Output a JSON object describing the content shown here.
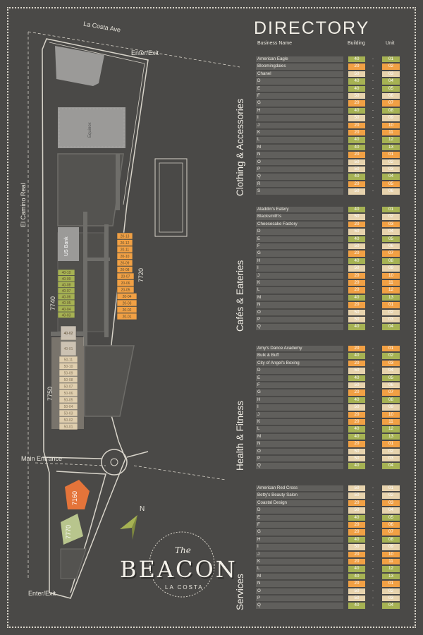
{
  "colors": {
    "g40": "#a6b253",
    "o20": "#f1a044",
    "t50": "#e7d3ad"
  },
  "map": {
    "road_top": "La Costa Ave",
    "enter_exit_top": "Enter/Exit",
    "road_side": "El Camino Real",
    "main_entrance": "Main Entrance",
    "enter_exit_bottom": "Enter/Exit",
    "equinox": "Equinox",
    "us_bank": "US Bank",
    "b7720": "7720",
    "b7740": "7740",
    "b7750": "7750",
    "b7160": "7160",
    "b7770": "7770",
    "north": "N",
    "units20": [
      "20-13",
      "20-12",
      "20-11",
      "20-10",
      "20-09",
      "20-08",
      "20-07",
      "20-06",
      "20-05",
      "20-04",
      "20-03",
      "20-02",
      "20-01"
    ],
    "units40": [
      "40-10",
      "40-09",
      "40-08",
      "40-07",
      "40-06",
      "40-05",
      "40-04",
      "40-03"
    ],
    "units40b": [
      "40-02",
      "40-01"
    ],
    "units50": [
      "50-11",
      "50-10",
      "50-09",
      "50-08",
      "50-07",
      "50-06",
      "50-05",
      "50-04",
      "50-03",
      "50-02",
      "50-01"
    ]
  },
  "logo": {
    "the": "The",
    "name": "BEACON",
    "sub": "LA COSTA"
  },
  "directory": {
    "title": "DIRECTORY",
    "col_name": "Business Name",
    "col_building": "Building",
    "col_unit": "Unit",
    "dash": "-",
    "sections": [
      {
        "label": "Clothing & Accessories",
        "rows": [
          [
            "American Eagle",
            "40",
            "01"
          ],
          [
            "Bloomingdales",
            "20",
            "02"
          ],
          [
            "Chanel",
            "50",
            "03"
          ],
          [
            "D",
            "40",
            "04"
          ],
          [
            "E",
            "40",
            "05"
          ],
          [
            "F",
            "50",
            "06"
          ],
          [
            "G",
            "20",
            "07"
          ],
          [
            "H",
            "40",
            "08"
          ],
          [
            "I",
            "50",
            "09"
          ],
          [
            "J",
            "20",
            "10"
          ],
          [
            "K",
            "20",
            "11"
          ],
          [
            "L",
            "40",
            "12"
          ],
          [
            "M",
            "40",
            "13"
          ],
          [
            "N",
            "20",
            "01"
          ],
          [
            "O",
            "50",
            "02"
          ],
          [
            "P",
            "50",
            "03"
          ],
          [
            "Q",
            "40",
            "04"
          ],
          [
            "R",
            "20",
            "05"
          ],
          [
            "S",
            "50",
            "06"
          ]
        ]
      },
      {
        "label": "Cafés & Eateries",
        "rows": [
          [
            "Aladdin's Eatery",
            "40",
            "01"
          ],
          [
            "Blacksmith's",
            "50",
            "02"
          ],
          [
            "Cheesecake Factory",
            "20",
            "03"
          ],
          [
            "D",
            "50",
            "04"
          ],
          [
            "E",
            "40",
            "05"
          ],
          [
            "F",
            "50",
            "06"
          ],
          [
            "G",
            "20",
            "07"
          ],
          [
            "H",
            "40",
            "08"
          ],
          [
            "I",
            "50",
            "09"
          ],
          [
            "J",
            "20",
            "10"
          ],
          [
            "K",
            "20",
            "11"
          ],
          [
            "L",
            "20",
            "12"
          ],
          [
            "M",
            "40",
            "13"
          ],
          [
            "N",
            "20",
            "01"
          ],
          [
            "O",
            "50",
            "02"
          ],
          [
            "P",
            "50",
            "03"
          ],
          [
            "Q",
            "40",
            "04"
          ]
        ]
      },
      {
        "label": "Health & Fitness",
        "rows": [
          [
            "Amy's Dance Academy",
            "20",
            "01"
          ],
          [
            "Bulk & Buff",
            "40",
            "02"
          ],
          [
            "City of Angel's Boxing",
            "20",
            "03"
          ],
          [
            "D",
            "50",
            "04"
          ],
          [
            "E",
            "40",
            "05"
          ],
          [
            "F",
            "50",
            "06"
          ],
          [
            "G",
            "20",
            "07"
          ],
          [
            "H",
            "40",
            "08"
          ],
          [
            "I",
            "50",
            "09"
          ],
          [
            "J",
            "20",
            "10"
          ],
          [
            "K",
            "20",
            "11"
          ],
          [
            "L",
            "40",
            "12"
          ],
          [
            "M",
            "40",
            "13"
          ],
          [
            "N",
            "20",
            "01"
          ],
          [
            "O",
            "50",
            "02"
          ],
          [
            "P",
            "50",
            "03"
          ],
          [
            "Q",
            "40",
            "04"
          ]
        ]
      },
      {
        "label": "Services",
        "rows": [
          [
            "American Red Cross",
            "50",
            "01"
          ],
          [
            "Betty's Beauty Salon",
            "50",
            "02"
          ],
          [
            "Coastal Design",
            "20",
            "03"
          ],
          [
            "D",
            "50",
            "04"
          ],
          [
            "E",
            "40",
            "05"
          ],
          [
            "F",
            "20",
            "06"
          ],
          [
            "G",
            "20",
            "07"
          ],
          [
            "H",
            "40",
            "08"
          ],
          [
            "I",
            "50",
            "09"
          ],
          [
            "J",
            "20",
            "10"
          ],
          [
            "K",
            "20",
            "11"
          ],
          [
            "L",
            "40",
            "12"
          ],
          [
            "M",
            "40",
            "13"
          ],
          [
            "N",
            "20",
            "01"
          ],
          [
            "O",
            "50",
            "02"
          ],
          [
            "P",
            "50",
            "03"
          ],
          [
            "Q",
            "40",
            "04"
          ]
        ]
      }
    ]
  }
}
